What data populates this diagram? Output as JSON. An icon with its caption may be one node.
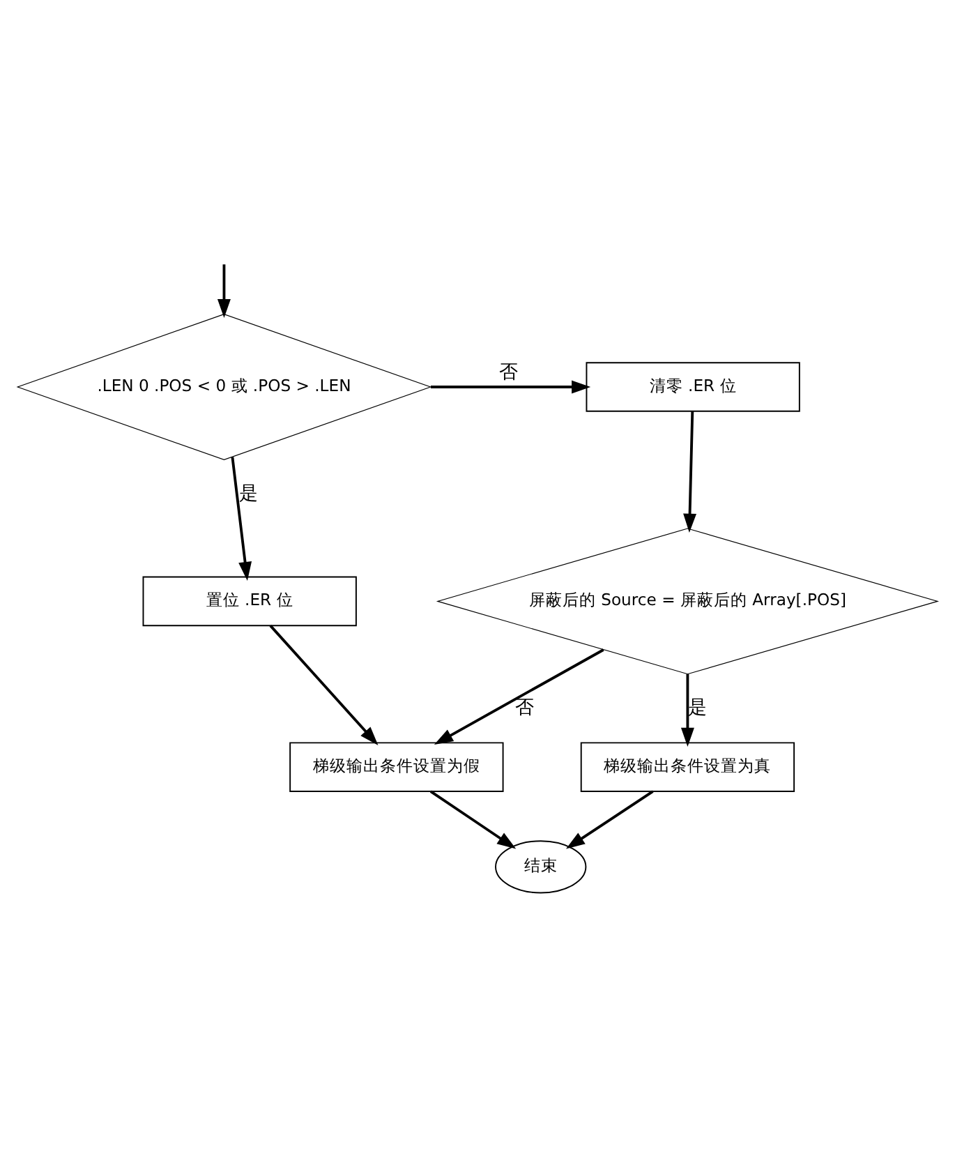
{
  "diagram": {
    "nodes": [
      {
        "text": [
          ".LEN 0 .POS < 0 或 .POS > .LEN"
        ]
      },
      {
        "text": [
          "清零 .ER 位"
        ]
      },
      {
        "text": [
          "置位 .ER 位"
        ]
      },
      {
        "text": [
          "屏蔽后的 Source = 屏蔽后的 Array[.POS]"
        ]
      },
      {
        "text": [
          "梯级输出条件设置为假"
        ]
      },
      {
        "text": [
          "梯级输出条件设置为真"
        ]
      },
      {
        "text": [
          "结束"
        ]
      }
    ],
    "edges": [
      {
        "from": null,
        "to": 0,
        "arrow": "to"
      },
      {
        "from": 0,
        "to": 1,
        "label": "否",
        "arrow": "to"
      },
      {
        "from": 0,
        "to": 2,
        "label": "是",
        "arrow": "to"
      },
      {
        "from": 1,
        "to": 3,
        "arrow": "to"
      },
      {
        "from": 2,
        "to": 4,
        "arrow": "to"
      },
      {
        "from": 3,
        "to": 4,
        "label": "否",
        "arrow": "to"
      },
      {
        "from": 3,
        "to": 5,
        "label": "是",
        "arrow": "to"
      },
      {
        "from": 4,
        "to": 6,
        "arrow": "to"
      },
      {
        "from": 5,
        "to": 6,
        "arrow": "to"
      }
    ]
  }
}
